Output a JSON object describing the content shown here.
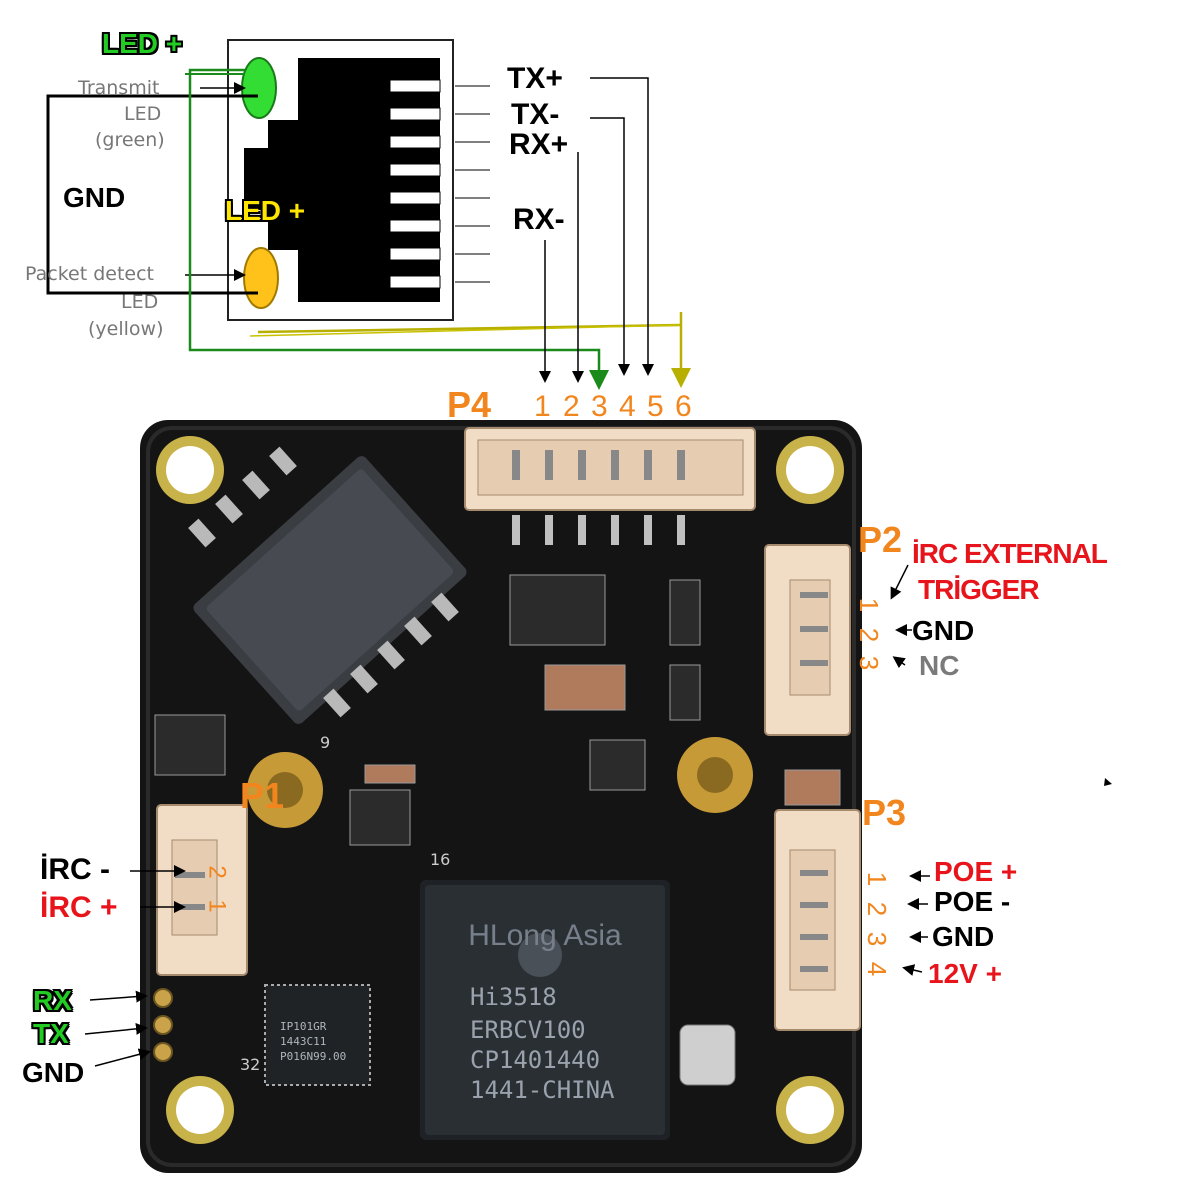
{
  "colors": {
    "led_green": "#22cc22",
    "led_yellow": "#ffe600",
    "red_label": "#e8141c",
    "orange_label": "#f2861e",
    "pcb": "#141414"
  },
  "rj45": {
    "led_plus_green": "LED +",
    "led_plus_yellow": "LED +",
    "gnd": "GND",
    "transmit": "Transmit",
    "transmit_led": "LED",
    "transmit_color": "(green)",
    "packet_detect": "Packet detect",
    "packet_led": "LED",
    "packet_color": "(yellow)",
    "pins": {
      "tx_plus": "TX+",
      "tx_minus": "TX-",
      "rx_plus": "RX+",
      "rx_minus": "RX-"
    }
  },
  "connectors": {
    "p4": {
      "name": "P4",
      "pins": [
        "1",
        "2",
        "3",
        "4",
        "5",
        "6"
      ]
    },
    "p2": {
      "name": "P2",
      "pins": [
        "1",
        "2",
        "3"
      ],
      "labels": [
        "İRC EXTERNAL",
        "TRİGGER",
        "GND",
        "NC"
      ]
    },
    "p1": {
      "name": "P1",
      "pins": [
        "2",
        "1"
      ],
      "labels": [
        "İRC -",
        "İRC +"
      ]
    },
    "p3": {
      "name": "P3",
      "pins": [
        "1",
        "2",
        "3",
        "4"
      ],
      "labels": [
        "POE +",
        "POE -",
        "GND",
        "12V +"
      ]
    }
  },
  "uart": [
    "RX",
    "TX",
    "GND"
  ],
  "board": {
    "soc_brand": "HLong Asia",
    "soc_lines": [
      "Hi3518",
      "ERBCV100",
      "CP1401440",
      "1441-CHINA"
    ],
    "phy_lines": [
      "IP101GR",
      "1443C11",
      "P016N99.00"
    ],
    "silk_9": "9",
    "silk_16": "16",
    "silk_32": "32"
  }
}
